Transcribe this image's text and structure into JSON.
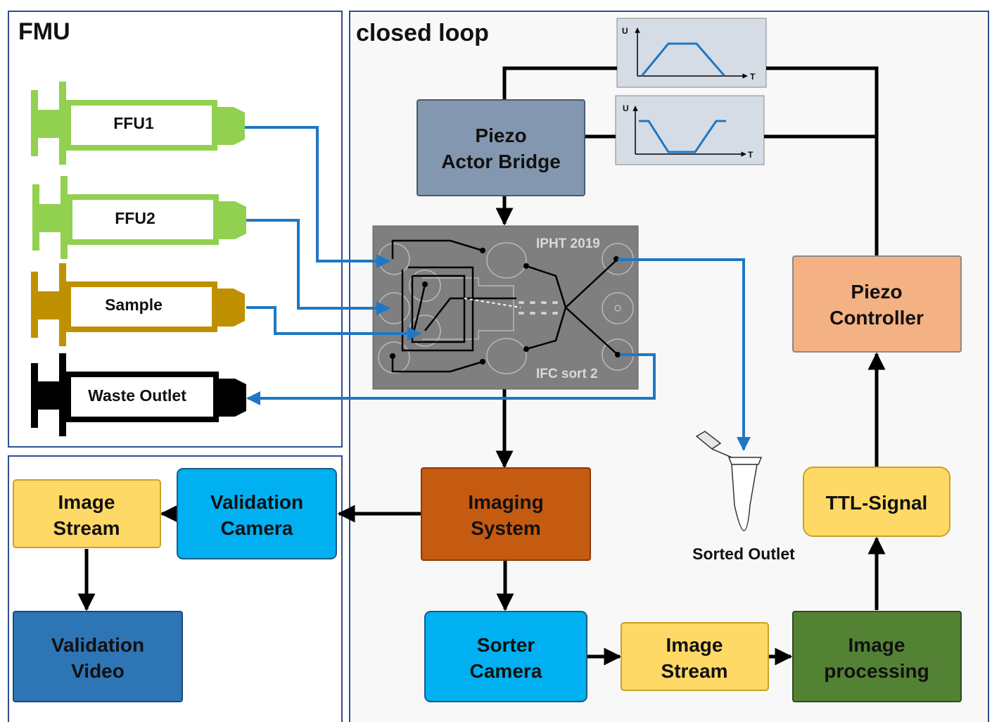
{
  "panels": {
    "fmu": "FMU",
    "closed_loop": "closed loop"
  },
  "syringes": {
    "ffu1": "FFU1",
    "ffu2": "FFU2",
    "sample": "Sample",
    "waste": "Waste Outlet"
  },
  "blocks": {
    "piezo_bridge": [
      "Piezo",
      "Actor Bridge"
    ],
    "imaging_system": [
      "Imaging",
      "System"
    ],
    "piezo_controller": [
      "Piezo",
      "Controller"
    ],
    "ttl_signal": "TTL-Signal",
    "sorter_camera": [
      "Sorter",
      "Camera"
    ],
    "image_stream_bottom": [
      "Image",
      "Stream"
    ],
    "image_processing": [
      "Image",
      "processing"
    ],
    "validation_camera": [
      "Validation",
      "Camera"
    ],
    "image_stream_left": [
      "Image",
      "Stream"
    ],
    "validation_video": [
      "Validation",
      "Video"
    ]
  },
  "chip": {
    "label_top": "IPHT 2019",
    "label_bottom": "IFC sort 2"
  },
  "signal_plots": {
    "y_axis": "U",
    "x_axis": "T"
  },
  "sorted_outlet": "Sorted Outlet",
  "colors": {
    "flow_line": "#1f77c4",
    "piezo_bridge": "#8497b0",
    "imaging_system": "#c55a11",
    "piezo_controller": "#f4b183",
    "yellow": "#ffd966",
    "camera_blue": "#00b0f0",
    "image_processing": "#548235",
    "validation_video": "#2e75b6",
    "panel_border": "#2f4f8f"
  }
}
